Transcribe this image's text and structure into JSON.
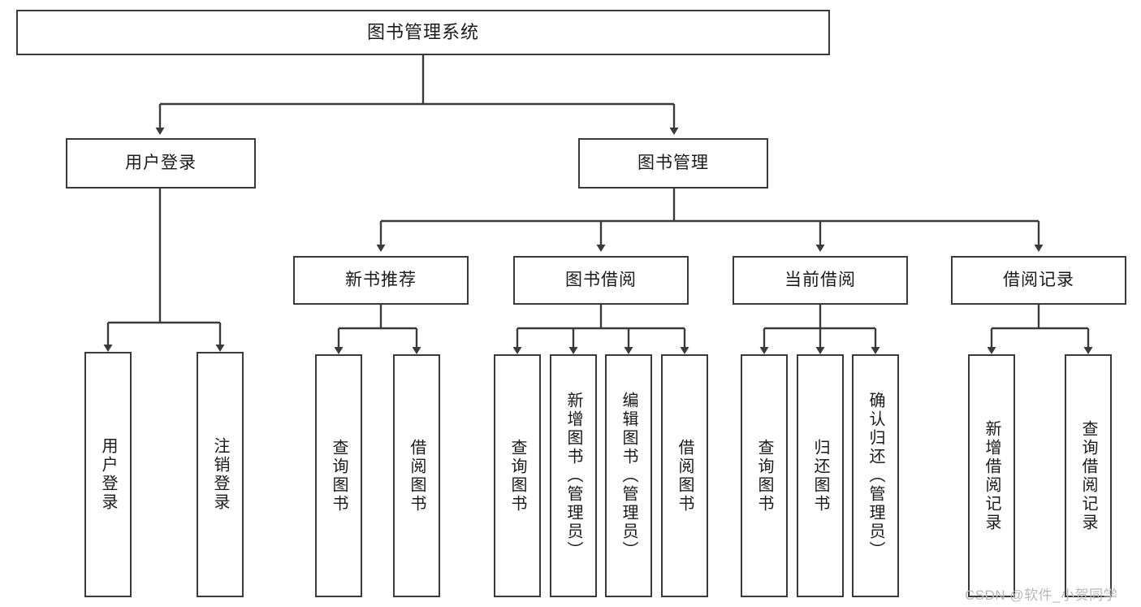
{
  "diagram": {
    "title": "图书管理系统",
    "type": "tree-hierarchy-diagram",
    "orientation": "top-down",
    "colors": {
      "box_border": "#3a3a3a",
      "box_fill": "#ffffff",
      "connector": "#3a3a3a",
      "text": "#1a1a1a",
      "watermark": "#b8b8b8"
    },
    "levels": [
      {
        "level": 1,
        "nodes": [
          {
            "id": "root",
            "label": "图书管理系统",
            "orientation": "horizontal"
          }
        ]
      },
      {
        "level": 2,
        "nodes": [
          {
            "id": "user-login",
            "label": "用户登录",
            "orientation": "horizontal",
            "parent": "root"
          },
          {
            "id": "book-manage",
            "label": "图书管理",
            "orientation": "horizontal",
            "parent": "root"
          }
        ]
      },
      {
        "level": 3,
        "nodes": [
          {
            "id": "new-book-recommend",
            "label": "新书推荐",
            "orientation": "horizontal",
            "parent": "book-manage"
          },
          {
            "id": "book-borrow",
            "label": "图书借阅",
            "orientation": "horizontal",
            "parent": "book-manage"
          },
          {
            "id": "current-borrow",
            "label": "当前借阅",
            "orientation": "horizontal",
            "parent": "book-manage"
          },
          {
            "id": "borrow-record",
            "label": "借阅记录",
            "orientation": "horizontal",
            "parent": "book-manage"
          }
        ]
      },
      {
        "level": 4,
        "nodes": [
          {
            "id": "leaf-user-login",
            "label": "用户登录",
            "orientation": "vertical",
            "parent": "user-login"
          },
          {
            "id": "leaf-user-logout",
            "label": "注销登录",
            "orientation": "vertical",
            "parent": "user-login"
          },
          {
            "id": "leaf-query-book-1",
            "label": "查询图书",
            "orientation": "vertical",
            "parent": "new-book-recommend"
          },
          {
            "id": "leaf-borrow-book-1",
            "label": "借阅图书",
            "orientation": "vertical",
            "parent": "new-book-recommend"
          },
          {
            "id": "leaf-query-book-2",
            "label": "查询图书",
            "orientation": "vertical",
            "parent": "book-borrow"
          },
          {
            "id": "leaf-add-book",
            "label": "新增图书（管理员）",
            "orientation": "vertical",
            "parent": "book-borrow"
          },
          {
            "id": "leaf-edit-book",
            "label": "编辑图书（管理员）",
            "orientation": "vertical",
            "parent": "book-borrow"
          },
          {
            "id": "leaf-borrow-book-2",
            "label": "借阅图书",
            "orientation": "vertical",
            "parent": "book-borrow"
          },
          {
            "id": "leaf-query-book-3",
            "label": "查询图书",
            "orientation": "vertical",
            "parent": "current-borrow"
          },
          {
            "id": "leaf-return-book",
            "label": "归还图书",
            "orientation": "vertical",
            "parent": "current-borrow"
          },
          {
            "id": "leaf-confirm-return",
            "label": "确认归还（管理员）",
            "orientation": "vertical",
            "parent": "current-borrow"
          },
          {
            "id": "leaf-add-record",
            "label": "新增借阅记录",
            "orientation": "vertical",
            "parent": "borrow-record"
          },
          {
            "id": "leaf-query-record",
            "label": "查询借阅记录",
            "orientation": "vertical",
            "parent": "borrow-record"
          }
        ]
      }
    ]
  },
  "watermark": {
    "text": "CSDN @软件_小贺同学"
  }
}
